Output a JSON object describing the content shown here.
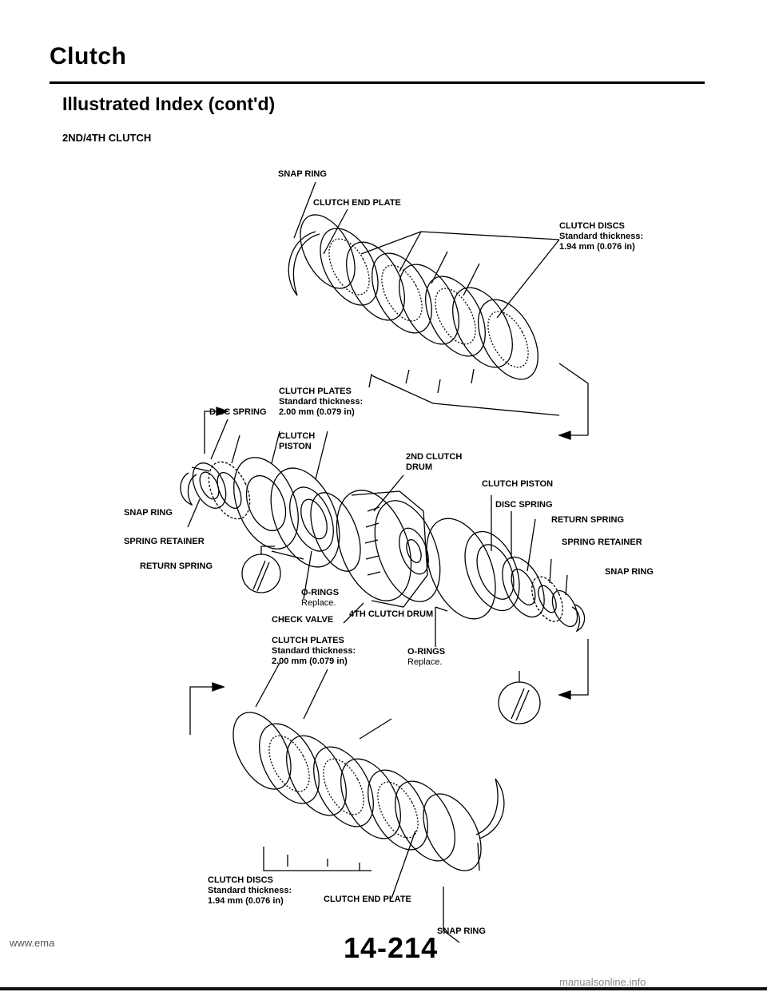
{
  "header": {
    "title": "Clutch",
    "subtitle": "Illustrated Index (cont'd)",
    "section": "2ND/4TH CLUTCH"
  },
  "labels": {
    "snap_ring_top": "SNAP RING",
    "clutch_end_plate_top": "CLUTCH END PLATE",
    "clutch_discs_top": "CLUTCH DISCS",
    "clutch_discs_top_note1": "Standard thickness:",
    "clutch_discs_top_note2": "1.94 mm (0.076 in)",
    "clutch_plates_top": "CLUTCH PLATES",
    "clutch_plates_top_note1": "Standard thickness:",
    "clutch_plates_top_note2": "2.00 mm (0.079 in)",
    "disc_spring_left": "DISC SPRING",
    "clutch_piston_left_1": "CLUTCH",
    "clutch_piston_left_2": "PISTON",
    "drum_2nd_1": "2ND CLUTCH",
    "drum_2nd_2": "DRUM",
    "snap_ring_left": "SNAP RING",
    "spring_retainer_left": "SPRING RETAINER",
    "return_spring_left": "RETURN SPRING",
    "o_rings_mid": "O-RINGS",
    "o_rings_mid_note": "Replace.",
    "check_valve": "CHECK VALVE",
    "drum_4th": "4TH CLUTCH DRUM",
    "clutch_piston_right": "CLUTCH PISTON",
    "disc_spring_right": "DISC SPRING",
    "return_spring_right": "RETURN SPRING",
    "spring_retainer_right": "SPRING RETAINER",
    "snap_ring_right": "SNAP RING",
    "clutch_plates_bottom": "CLUTCH PLATES",
    "clutch_plates_bottom_note1": "Standard thickness:",
    "clutch_plates_bottom_note2": "2.00 mm (0.079 in)",
    "o_rings_right": "O-RINGS",
    "o_rings_right_note": "Replace.",
    "clutch_discs_bottom": "CLUTCH DISCS",
    "clutch_discs_bottom_note1": "Standard thickness:",
    "clutch_discs_bottom_note2": "1.94 mm (0.076 in)",
    "clutch_end_plate_bottom": "CLUTCH END PLATE",
    "snap_ring_bottom": "SNAP RING"
  },
  "footer": {
    "page_number": "14-214",
    "site_left": "www.ema",
    "site_right": "manualsonline.info"
  }
}
